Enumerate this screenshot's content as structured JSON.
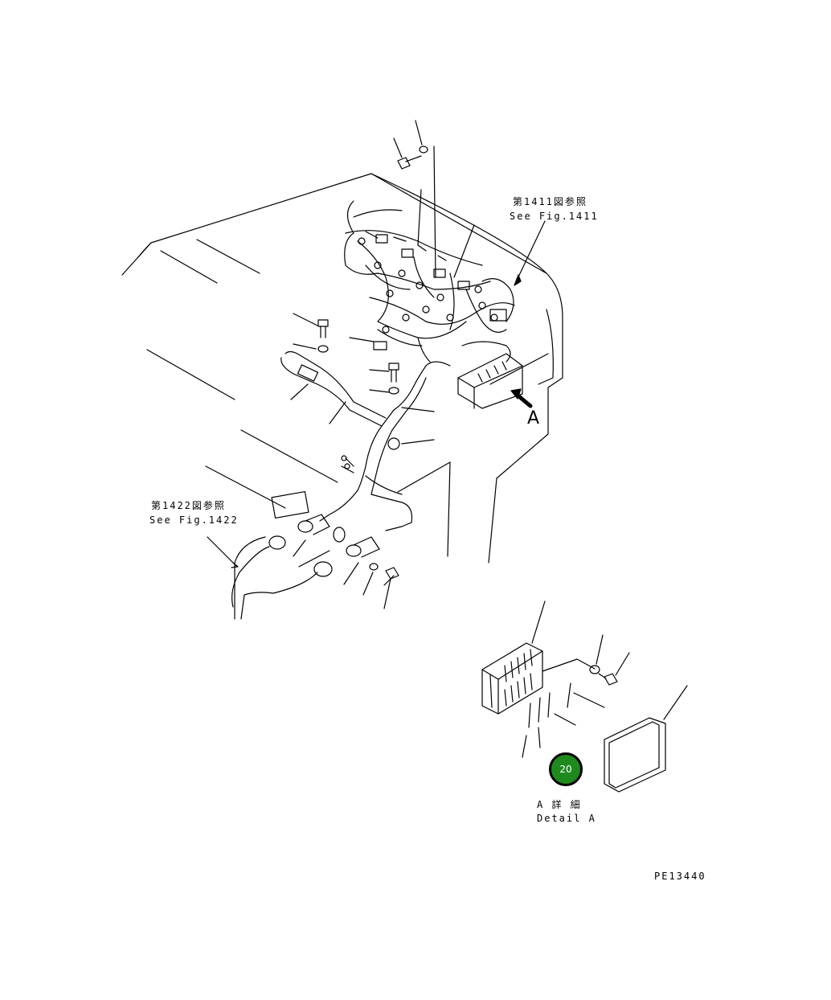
{
  "references": {
    "fig1411_jp": "第1411図参照",
    "fig1411_en": "See Fig.1411",
    "fig1422_jp": "第1422図参照",
    "fig1422_en": "See Fig.1422"
  },
  "view_marker": "A",
  "detail": {
    "jp": "A 詳 細",
    "en": "Detail A"
  },
  "callout": {
    "number": "20",
    "color": "#1e8a1e"
  },
  "drawing_code": "PE13440"
}
